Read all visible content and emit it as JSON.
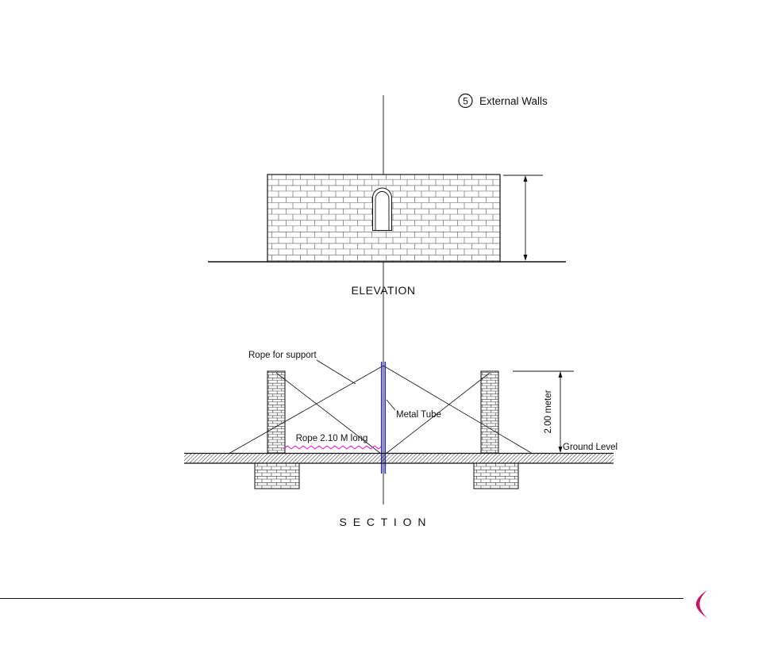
{
  "annotations": {
    "detail_number": "5",
    "detail_label": "External Walls",
    "elevation_title": "ELEVATION",
    "section_title": "S E C T I O N",
    "rope_support_label": "Rope for support",
    "metal_tube_label": "Metal Tube",
    "rope_length_label": "Rope 2.10 M long",
    "ground_level_label": "Ground Level",
    "dimension_label": "2.00 meter"
  },
  "colors": {
    "line": "#111111",
    "brick_joint": "#555555",
    "metal_tube": "#2b2bc0",
    "rope_zigzag": "#e311d6",
    "accent_crescent": "#c6145f"
  }
}
